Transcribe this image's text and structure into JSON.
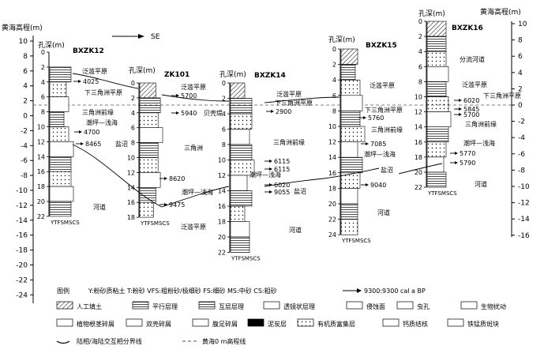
{
  "axes": {
    "left_title": "黄海高程(m)",
    "right_title": "黄海高程(m)",
    "left_ticks": [
      "10",
      "8",
      "6",
      "4",
      "2",
      "0",
      "-2",
      "-4",
      "-6",
      "-8",
      "-10",
      "-12",
      "-14",
      "-16",
      "-18",
      "-20",
      "-22",
      "-24"
    ],
    "right_ticks": [
      "10",
      "8",
      "6",
      "4",
      "2",
      "0",
      "-2",
      "-4",
      "-6",
      "-8",
      "-10",
      "-12",
      "-14",
      "-16"
    ]
  },
  "direction_label": "SE",
  "depth_label": "孔深(m)",
  "boreholes": [
    {
      "name": "BXZK12",
      "depth_ticks": [
        "0",
        "2",
        "4",
        "6",
        "8",
        "10",
        "12",
        "14",
        "16",
        "18",
        "20",
        "22"
      ]
    },
    {
      "name": "ZK101",
      "depth_ticks": [
        "0",
        "2",
        "4",
        "6",
        "8",
        "10",
        "12",
        "14",
        "16",
        "18"
      ]
    },
    {
      "name": "BXZK14",
      "depth_ticks": [
        "0",
        "2",
        "4",
        "6",
        "8",
        "10",
        "12",
        "14",
        "16",
        "18",
        "20",
        "22"
      ]
    },
    {
      "name": "BXZK15",
      "depth_ticks": [
        "0",
        "2",
        "4",
        "6",
        "8",
        "10",
        "12",
        "14",
        "16",
        "18",
        "20",
        "22",
        "24"
      ]
    },
    {
      "name": "BXZK16",
      "depth_ticks": [
        "0",
        "2",
        "4",
        "6",
        "8",
        "10",
        "12",
        "14",
        "16",
        "18",
        "20",
        "22"
      ]
    }
  ],
  "grain_labels": "YTFSMSCS",
  "facies": {
    "fp1": "泛滥平原",
    "dd1": "下三角洲平原",
    "dfr1": "三角洲前缘",
    "tf1": "潮坪—浅海",
    "salt1": "盐沼",
    "ch1": "河道",
    "fp2": "泛滥平原",
    "shell": "贝壳堤",
    "delta2": "三角洲",
    "tf2": "潮坪—浅海",
    "fp2b": "泛滥平原",
    "fp3": "泛滥平原",
    "dd3": "下三角洲平原",
    "dfr3": "三角洲前缘",
    "tf3": "潮坪—浅海",
    "salt3": "盐沼",
    "ch3": "河道",
    "fp4": "泛滥平原",
    "dd4": "下三角洲平原",
    "dfr4": "三角洲前缘",
    "tf4": "潮坪—浅海",
    "salt4": "盐沼",
    "ch4": "河道",
    "dist5": "分流河道",
    "fp5": "泛滥平原",
    "dd5": "下三角洲平原",
    "dfr5": "三角洲前缘",
    "tf5": "潮坪—浅海",
    "ch5": "河道"
  },
  "dates": {
    "d12a": "4025",
    "d12b": "4700",
    "d12c": "8465",
    "d101a": "5700",
    "d101b": "5940",
    "d101c": "8620",
    "d101d": "9475",
    "d14a": "2900",
    "d14b": "6115",
    "d14c": "6115",
    "d14d": "6020",
    "d14e": "9055",
    "d15a": "5760",
    "d15b": "7085",
    "d15c": "9040",
    "d16a": "6020",
    "d16b": "5845",
    "d16c": "5700",
    "d16d": "5770",
    "d16e": "5790"
  },
  "legend": {
    "title": "图例",
    "abbrev": "Y:粉砂质粘土  T:粉砂  VFS:粗粉砂/极细砂  FS:细砂  MS:中砂  CS:粗砂",
    "date_note": "9300:9300 cal a BP",
    "items": [
      "人工填土",
      "平行层理",
      "互层层理",
      "透镜状层理",
      "侵蚀面",
      "虫孔",
      "生物扰动",
      "植物根茎碎屑",
      "双壳碎屑",
      "腹足碎屑",
      "泥炭层",
      "有机质富集层",
      "钙质结核",
      "铁锰质斑块",
      "陆相/海陆交互相分界线",
      "黄海0 m高程线"
    ]
  },
  "colors": {
    "line": "#000000",
    "dash": "#555555",
    "bg": "#ffffff",
    "hatch": "#000000"
  }
}
